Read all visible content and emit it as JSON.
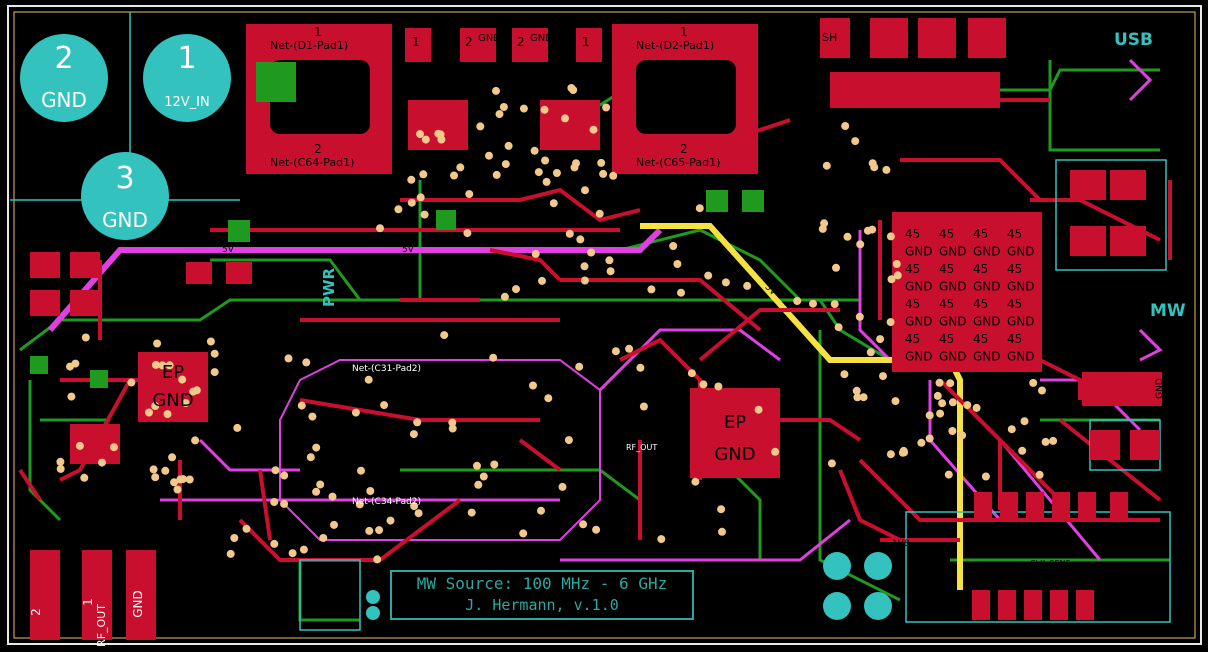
{
  "board": {
    "title": "MW Source: 100 MHz - 6 GHz",
    "author": "J. Hermann, v.1.0"
  },
  "mounting_holes": [
    {
      "number": "2",
      "net": "GND"
    },
    {
      "number": "1",
      "net": "12V_IN"
    },
    {
      "number": "3",
      "net": "GND"
    }
  ],
  "inductors": [
    {
      "pin1": "1",
      "pin1_net": "Net-(D1-Pad1)",
      "pin2": "2",
      "pin2_net": "Net-(C64-Pad1)"
    },
    {
      "pin1": "1",
      "pin1_net": "Net-(D2-Pad1)",
      "pin2": "2",
      "pin2_net": "Net-(C65-Pad1)"
    }
  ],
  "small_pads": {
    "a1": "1",
    "a2": "2",
    "a_gnd": "GND",
    "b2": "2",
    "b_gnd": "GND",
    "b1": "1",
    "sh": "SH"
  },
  "labels": {
    "usb": "USB",
    "mw": "MW",
    "pwr": "PWR",
    "rail_5v_a": "5V",
    "rail_5v_b": "5V",
    "rail_5v_c": "5V",
    "rail_1v8": "1V8",
    "rf_out_net": "RF_OUT",
    "net_c31": "Net-(C31-Pad2)",
    "net_c34": "Net-(C34-Pad2)",
    "gnd_right": "GND",
    "clk_sens": "CLK_SENS"
  },
  "ep_pads": [
    {
      "ep": "EP",
      "net": "GND"
    },
    {
      "ep": "EP",
      "net": "GND"
    }
  ],
  "bga": {
    "top": "45",
    "bottom": "GND"
  },
  "rf_connector": {
    "pin2": "2",
    "pin1_num": "1",
    "pin1_net": "RF_OUT",
    "gnd": "GND"
  },
  "colors": {
    "background": "#000000",
    "copper_front": "#c8102e",
    "copper_back": "#1f9a1f",
    "silkscreen": "#33c2bd",
    "via": "#f2c98a",
    "magenta_trace": "#e23fe2",
    "power_trace": "#f5e142",
    "board_edge": "#e8e8e8"
  }
}
